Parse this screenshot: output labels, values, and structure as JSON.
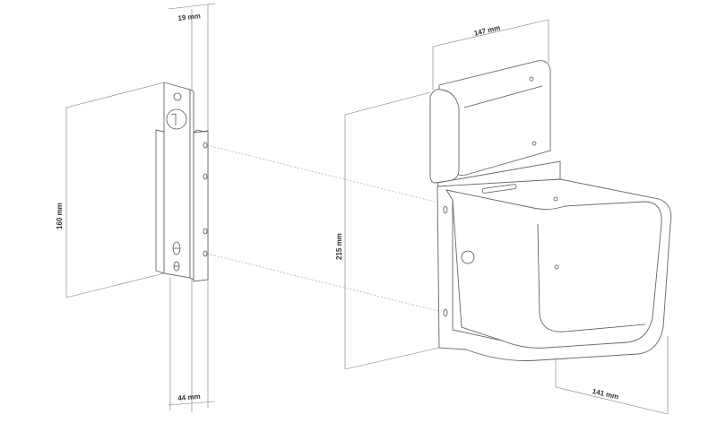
{
  "dimensions": {
    "width_top_left": "19 mm",
    "height_left": "160 mm",
    "depth_bottom_left": "44 mm",
    "width_top_right": "147 mm",
    "height_right": "215 mm",
    "depth_bottom_right": "141 mm"
  }
}
